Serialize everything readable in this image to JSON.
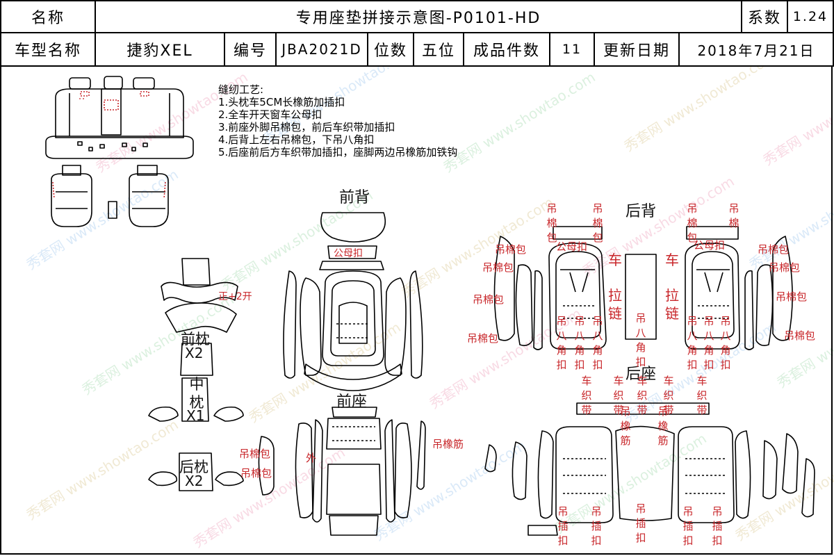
{
  "header": {
    "name_label": "名称",
    "title": "专用座垫拼接示意图-P0101-HD",
    "coef_label": "系数",
    "coef_value": "1.24",
    "model_label": "车型名称",
    "model_value": "捷豹XEL",
    "code_label": "编号",
    "code_value": "JBA2021D",
    "seats_label": "位数",
    "seats_value": "五位",
    "pieces_label": "成品件数",
    "pieces_value": "11",
    "date_label": "更新日期",
    "date_value": "2018年7月21日"
  },
  "notes": {
    "title": "缝纫工艺:",
    "items": [
      "1.头枕车5CM长橡筋加插扣",
      "2.全车开天窗车公母扣",
      "3.前座外脚吊棉包，前后车织带加插扣",
      "4.后背上左右吊棉包，下吊八角扣",
      "5.后座前后方车织带加插扣，座脚两边吊橡筋加铁钩"
    ]
  },
  "sections": {
    "front_back": "前背",
    "front_seat": "前座",
    "rear_back": "后背",
    "rear_seat": "后座"
  },
  "headrests": {
    "front": "前枕",
    "front_qty": "X2",
    "middle": "中枕",
    "middle_qty": "X1",
    "rear": "后枕",
    "rear_qty": "X2",
    "open_note": "正+2开"
  },
  "annotations": {
    "snap": "公母扣",
    "cotton_pack": "吊棉包",
    "outer": "外",
    "elastic": "吊橡筋",
    "hang_cotton_v": "吊棉包",
    "hang_cotton_v2": "吊棉",
    "car": "车",
    "zip_v": "拉链",
    "octagon_v": "吊八角扣",
    "belt_v": "车织带",
    "elastic_v": "吊橡筋",
    "clip_v": "吊插扣"
  },
  "watermark": {
    "cn": "秀套网",
    "en": "www.showtao.com"
  },
  "colors": {
    "annotation": "#c8262a",
    "outline": "#000000",
    "watermark_palette": [
      "#e05a8a",
      "#5aa0e0",
      "#60c070",
      "#c0a040"
    ]
  }
}
